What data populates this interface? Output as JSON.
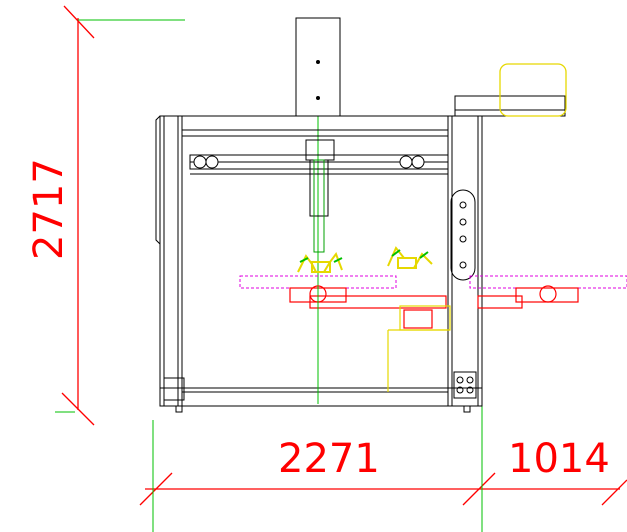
{
  "dimensions": {
    "height_label": "2717",
    "width_label": "2271",
    "offset_label": "1014"
  },
  "colors": {
    "background": "#ffffff",
    "outline": "#000000",
    "dimension": "#ff0000",
    "centerline": "#00c000",
    "accent_yellow": "#e6d800",
    "accent_magenta": "#e000e0",
    "accent_red": "#ff0000"
  }
}
